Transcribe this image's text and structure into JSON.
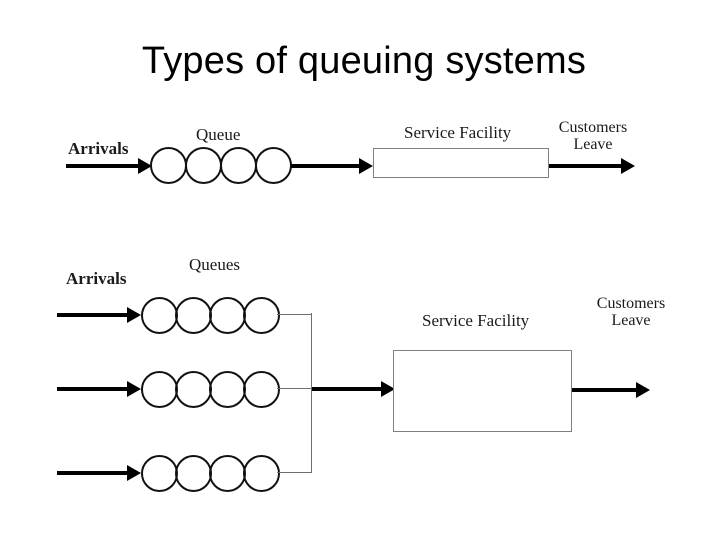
{
  "slide": {
    "title": "Types of queuing systems",
    "background_color": "#ffffff",
    "title_color": "#000000"
  },
  "diagrams": [
    {
      "id": "single-queue-single-server",
      "labels": {
        "arrivals": "Arrivals",
        "queue": "Queue",
        "service_facility": "Service Facility",
        "customers_leave_line1": "Customers",
        "customers_leave_line2": "Leave"
      },
      "queues": [
        {
          "circle_count": 4
        }
      ],
      "service_facility": {
        "width": 176,
        "height": 30
      }
    },
    {
      "id": "multiple-queues-single-server",
      "labels": {
        "arrivals": "Arrivals",
        "queues": "Queues",
        "service_facility": "Service Facility",
        "customers_leave_line1": "Customers",
        "customers_leave_line2": "Leave"
      },
      "queues": [
        {
          "circle_count": 4
        },
        {
          "circle_count": 4
        },
        {
          "circle_count": 4
        }
      ],
      "service_facility": {
        "width": 179,
        "height": 82
      }
    }
  ],
  "colors": {
    "line": "#000000",
    "circle_stroke": "#111111",
    "box_stroke": "#808080",
    "connector": "#6f6f6f",
    "text": "#1a1a1a"
  }
}
